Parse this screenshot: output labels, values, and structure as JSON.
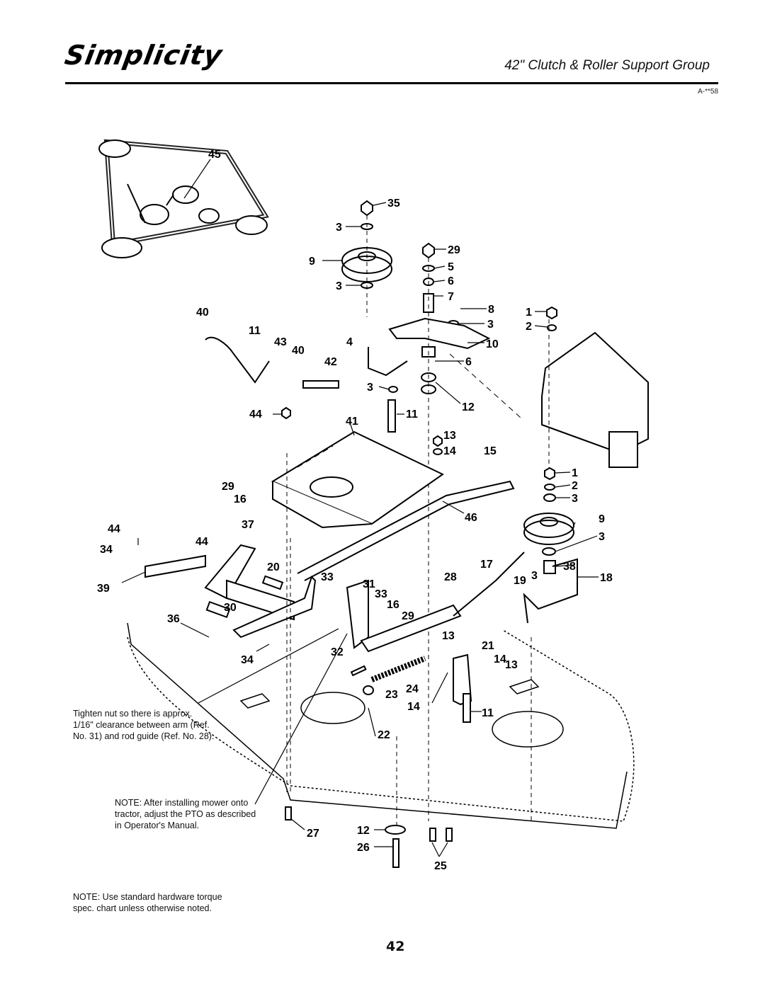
{
  "header": {
    "brand": "Simplicity",
    "group_title": "42\" Clutch & Roller Support Group",
    "ref_code": "A-**58"
  },
  "notes": {
    "tighten": "Tighten nut so there is approx. 1/16\" clearance between arm (Ref. No. 31) and rod guide (Ref. No. 28).",
    "install": "NOTE: After installing mower onto tractor, adjust the PTO as described in Operator's Manual.",
    "hardware": "NOTE: Use standard hardware torque spec. chart unless otherwise noted."
  },
  "page_number": "42",
  "callouts": {
    "c45": "45",
    "c35": "35",
    "c3a": "3",
    "c29a": "29",
    "c9a": "9",
    "c5": "5",
    "c6a": "6",
    "c3b": "3",
    "c7": "7",
    "c8": "8",
    "c1a": "1",
    "c2a": "2",
    "c40a": "40",
    "c11a": "11",
    "c43": "43",
    "c40b": "40",
    "c4": "4",
    "c3c": "3",
    "c10": "10",
    "c42": "42",
    "c6b": "6",
    "c3d": "3",
    "c12a": "12",
    "c44a": "44",
    "c11b": "11",
    "c41": "41",
    "c13a": "13",
    "c14a": "14",
    "c15": "15",
    "c1b": "1",
    "c2b": "2",
    "c3e": "3",
    "c29b": "29",
    "c16a": "16",
    "c9b": "9",
    "c3f": "3",
    "c44b": "44",
    "c37": "37",
    "c46": "46",
    "c34a": "34",
    "c44c": "44",
    "c38": "38",
    "c20": "20",
    "c17": "17",
    "c18": "18",
    "c39": "39",
    "c33a": "33",
    "c31": "31",
    "c28": "28",
    "c19": "19",
    "c3g": "3",
    "c33b": "33",
    "c16b": "16",
    "c29c": "29",
    "c30": "30",
    "c36": "36",
    "c13b": "13",
    "c21": "21",
    "c14b": "14",
    "c13c": "13",
    "c34b": "34",
    "c32": "32",
    "c24": "24",
    "c23": "23",
    "c14c": "14",
    "c11c": "11",
    "c22": "22",
    "c27": "27",
    "c12b": "12",
    "c26": "26",
    "c25": "25"
  }
}
